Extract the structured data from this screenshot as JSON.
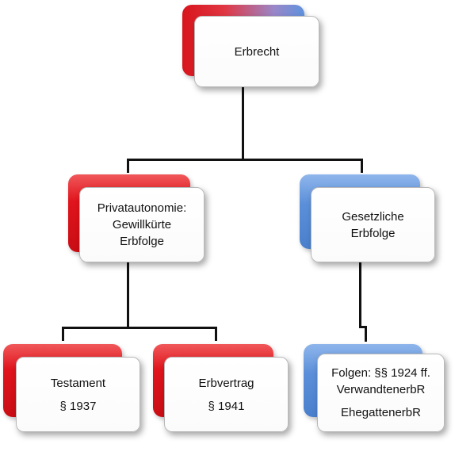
{
  "root": {
    "lines": [
      "Erbrecht"
    ],
    "back_color": "red-to-blue"
  },
  "left_branch": {
    "lines": [
      "Privatautonomie:",
      "Gewillkürte",
      "Erbfolge"
    ],
    "back_color": "#e0141c",
    "children": [
      {
        "lines": [
          "Testament",
          "§ 1937"
        ],
        "back_color": "#e0141c"
      },
      {
        "lines": [
          "Erbvertrag",
          "§ 1941"
        ],
        "back_color": "#e0141c"
      }
    ]
  },
  "right_branch": {
    "lines": [
      "Gesetzliche",
      "Erbfolge"
    ],
    "back_color": "#5b8fd9",
    "children": [
      {
        "lines": [
          "Folgen: §§ 1924 ff.",
          "VerwandtenerbR",
          "EhegattenerbR"
        ],
        "back_color": "#5b8fd9"
      }
    ]
  },
  "colors": {
    "red": "#e0141c",
    "blue": "#5b8fd9",
    "connector": "#111111"
  }
}
